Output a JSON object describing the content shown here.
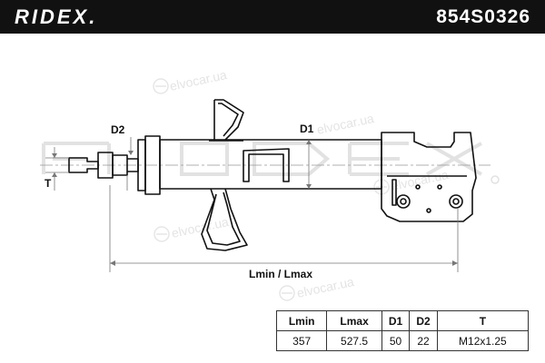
{
  "header": {
    "brand": "RIDEX.",
    "part_number": "854S0326"
  },
  "dimensions": {
    "d1": "D1",
    "d2": "D2",
    "t": "T",
    "length": "Lmin / Lmax"
  },
  "specs": {
    "headers": [
      "Lmin",
      "Lmax",
      "D1",
      "D2",
      "T"
    ],
    "values": [
      "357",
      "527.5",
      "50",
      "22",
      "M12x1.25"
    ]
  },
  "colors": {
    "header_bg": "#111111",
    "header_text": "#ffffff",
    "line": "#111111",
    "dimension_line": "#777777",
    "watermark": "#e3e3e3"
  }
}
